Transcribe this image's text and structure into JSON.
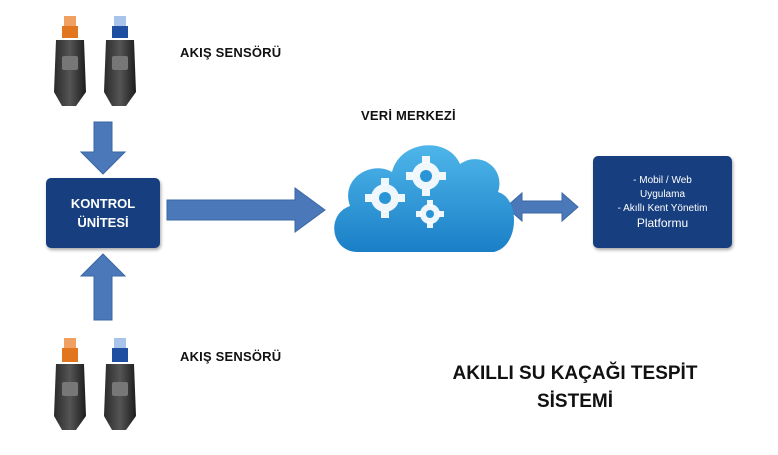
{
  "sensor_top": {
    "label": "AKIŞ  SENSÖRÜ"
  },
  "sensor_bottom": {
    "label": "AKIŞ  SENSÖRÜ"
  },
  "control_unit": {
    "line1": "KONTROL",
    "line2": "ÜNİTESİ"
  },
  "data_center": {
    "label": "VERİ MERKEZİ"
  },
  "platform": {
    "line1": "- Mobil / Web",
    "line2": "Uygulama",
    "line3": "- Akıllı Kent Yönetim",
    "line4": "Platformu"
  },
  "title": {
    "line1": "AKILLI SU KAÇAĞI TESPİT",
    "line2": "SİSTEMİ"
  },
  "colors": {
    "box": "#173f7f",
    "arrow": "#4a78b8",
    "cloud": "#2a95d6"
  }
}
